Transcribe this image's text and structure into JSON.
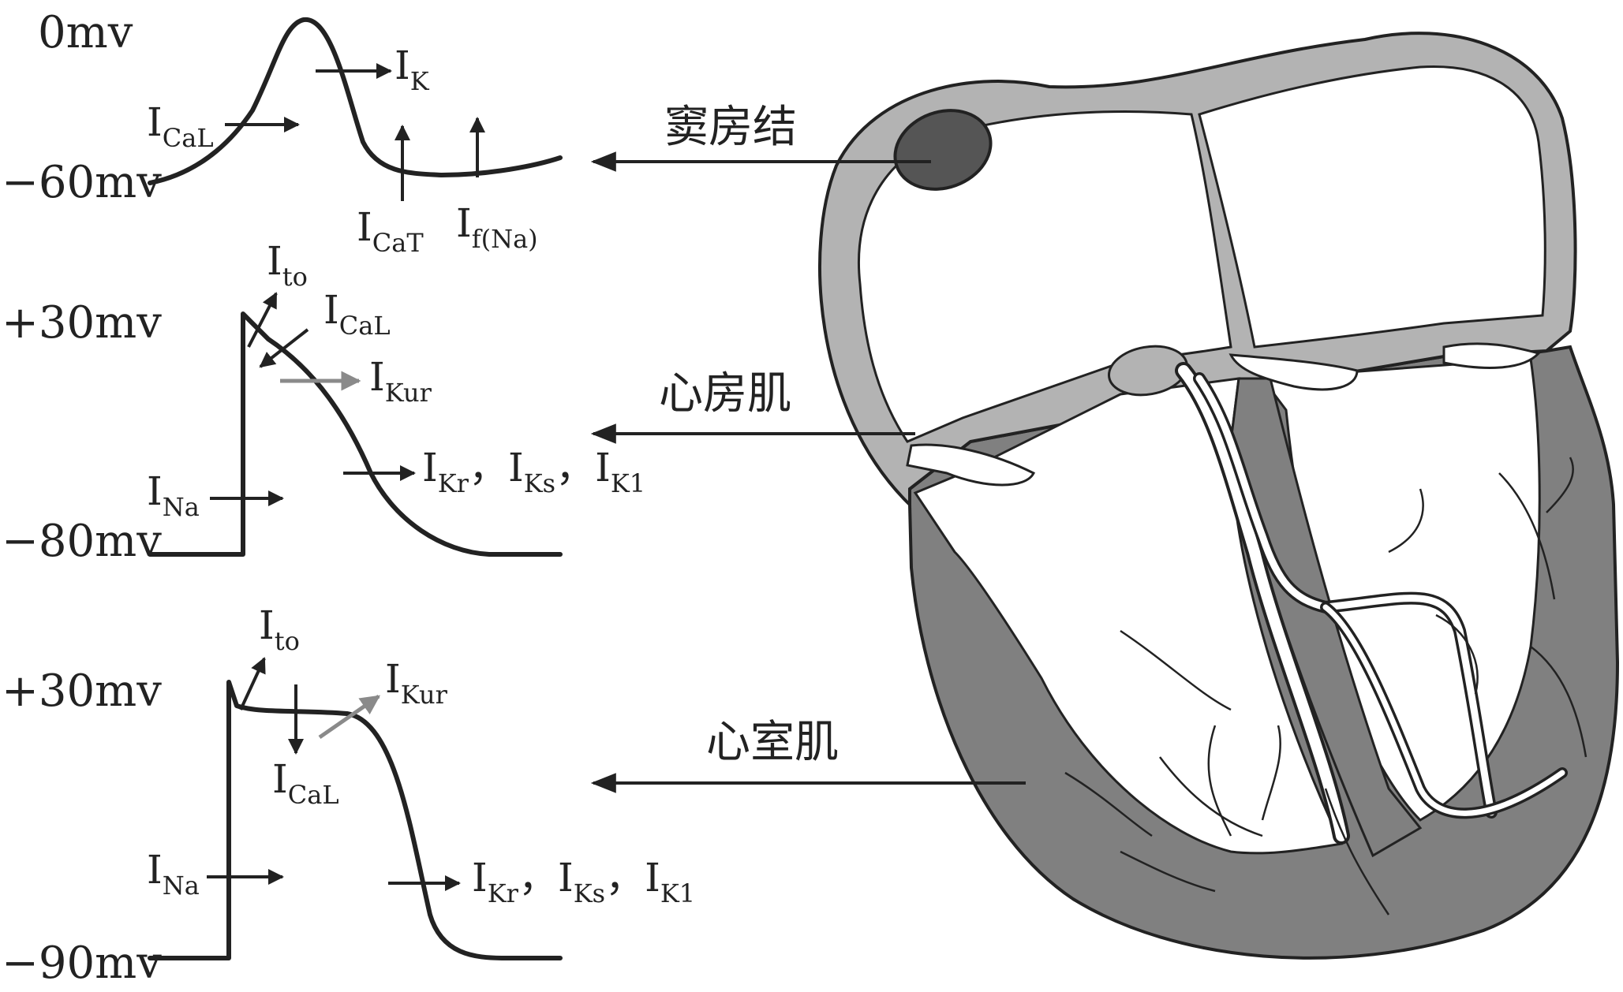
{
  "sa_node": {
    "voltages": {
      "top": "0mv",
      "bottom": "−60mv"
    },
    "currents": {
      "ik": {
        "base": "I",
        "sub": "K"
      },
      "ical": {
        "base": "I",
        "sub": "CaL"
      },
      "icat": {
        "base": "I",
        "sub": "CaT"
      },
      "if": {
        "base": "I",
        "sub": "f(Na)"
      }
    },
    "tissue_label": "窦房结"
  },
  "atrial": {
    "voltages": {
      "top": "+30mv",
      "bottom": "−80mv"
    },
    "currents": {
      "ito": {
        "base": "I",
        "sub": "to"
      },
      "ical": {
        "base": "I",
        "sub": "CaL"
      },
      "ikur": {
        "base": "I",
        "sub": "Kur"
      },
      "ina": {
        "base": "I",
        "sub": "Na"
      },
      "ikr": {
        "base": "I",
        "sub": "Kr"
      },
      "iks": {
        "base": "I",
        "sub": "Ks"
      },
      "ik1": {
        "base": "I",
        "sub": "K1"
      },
      "sep": "，"
    },
    "tissue_label": "心房肌"
  },
  "ventricular": {
    "voltages": {
      "top": "+30mv",
      "bottom": "−90mv"
    },
    "currents": {
      "ito": {
        "base": "I",
        "sub": "to"
      },
      "ical": {
        "base": "I",
        "sub": "CaL"
      },
      "ikur": {
        "base": "I",
        "sub": "Kur"
      },
      "ina": {
        "base": "I",
        "sub": "Na"
      },
      "ikr": {
        "base": "I",
        "sub": "Kr"
      },
      "iks": {
        "base": "I",
        "sub": "Ks"
      },
      "ik1": {
        "base": "I",
        "sub": "K1"
      },
      "sep": "，"
    },
    "tissue_label": "心室肌"
  },
  "colors": {
    "ink": "#222222",
    "atrial_wall": "#b3b3b3",
    "ventricular_wall": "#808080",
    "sa_node": "#555555",
    "ikur_arrow": "#8a8a8a"
  }
}
